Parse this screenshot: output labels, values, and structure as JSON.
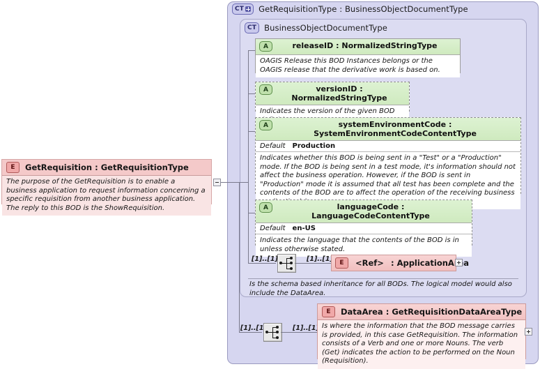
{
  "diagram": {
    "kind": "xsd-schema-diagram",
    "root_element": {
      "icon": "element-icon",
      "name": "GetRequisition",
      "separator": ":",
      "type": "GetRequisitionType",
      "documentation": "The purpose of the GetRequisition is to enable a business application to request information concerning a specific requisition from another business application.  The reply to this BOD is the ShowRequisition.",
      "collapse_toggle": "minus"
    },
    "outer_complex_type": {
      "icon": "complextype-expand-icon",
      "badge": "CT",
      "name": "GetRequisitionType",
      "separator": ":",
      "base": "BusinessObjectDocumentType"
    },
    "inner_complex_type": {
      "icon": "complextype-icon",
      "badge": "CT",
      "name": "BusinessObjectDocumentType",
      "documentation": "Is the schema based inheritance for all BODs. The logical model would also include the DataArea."
    },
    "attributes": [
      {
        "icon": "attribute-icon",
        "badge": "A",
        "name": "releaseID",
        "separator": ":",
        "type": "NormalizedStringType",
        "required": true,
        "default_label": null,
        "default_value": null,
        "documentation": "OAGIS Release this BOD Instances belongs or the OAGIS release that the derivative work is based on."
      },
      {
        "icon": "attribute-icon",
        "badge": "A",
        "name": "versionID",
        "separator": ":",
        "type": "NormalizedStringType",
        "required": false,
        "default_label": null,
        "default_value": null,
        "documentation": "Indicates the version of the given BOD definition."
      },
      {
        "icon": "attribute-icon",
        "badge": "A",
        "name": "systemEnvironmentCode",
        "separator": ":",
        "type": "SystemEnvironmentCodeContentType",
        "required": false,
        "default_label": "Default",
        "default_value": "Production",
        "documentation": "Indicates whether this BOD is being sent in a \"Test\" or a \"Production\" mode. If the BOD is being sent in a test mode, it's information should not affect the business operation. However, if the BOD is sent in \"Production\" mode it is assumed that all test has been complete and the contents of the BOD are to affect the operation of the receiving business application(s)."
      },
      {
        "icon": "attribute-icon",
        "badge": "A",
        "name": "languageCode",
        "separator": ":",
        "type": "LanguageCodeContentType",
        "required": false,
        "default_label": "Default",
        "default_value": "en-US",
        "documentation": "Indicates the language that the contents of the BOD is in unless otherwise stated."
      }
    ],
    "particles": [
      {
        "compositor": "sequence-icon",
        "compositor_cardinality": "[1]..[1]",
        "child_cardinality": "[1]..[1]",
        "element": {
          "icon": "element-icon",
          "badge": "E",
          "name": "<Ref>",
          "separator": ":",
          "type": "ApplicationArea",
          "expand_toggle": "plus"
        }
      },
      {
        "compositor": "sequence-icon",
        "compositor_cardinality": "[1]..[1]",
        "child_cardinality": "[1]..[1]",
        "element": {
          "icon": "element-icon",
          "badge": "E",
          "name": "DataArea",
          "separator": ":",
          "type": "GetRequisitionDataAreaType",
          "expand_toggle": "plus",
          "documentation": "Is where the information that the BOD message carries is provided, in this case GetRequisition. The information consists of a Verb and one or more Nouns. The verb (Get) indicates the action to be performed on the Noun (Requisition)."
        }
      }
    ],
    "colors": {
      "complextype_fill": "#d6d6f0",
      "attribute_header_fill": "#d4eec6",
      "element_header_fill": "#f5cccc",
      "connector_line": "#7a7a8c",
      "canvas": "#ffffff"
    }
  }
}
